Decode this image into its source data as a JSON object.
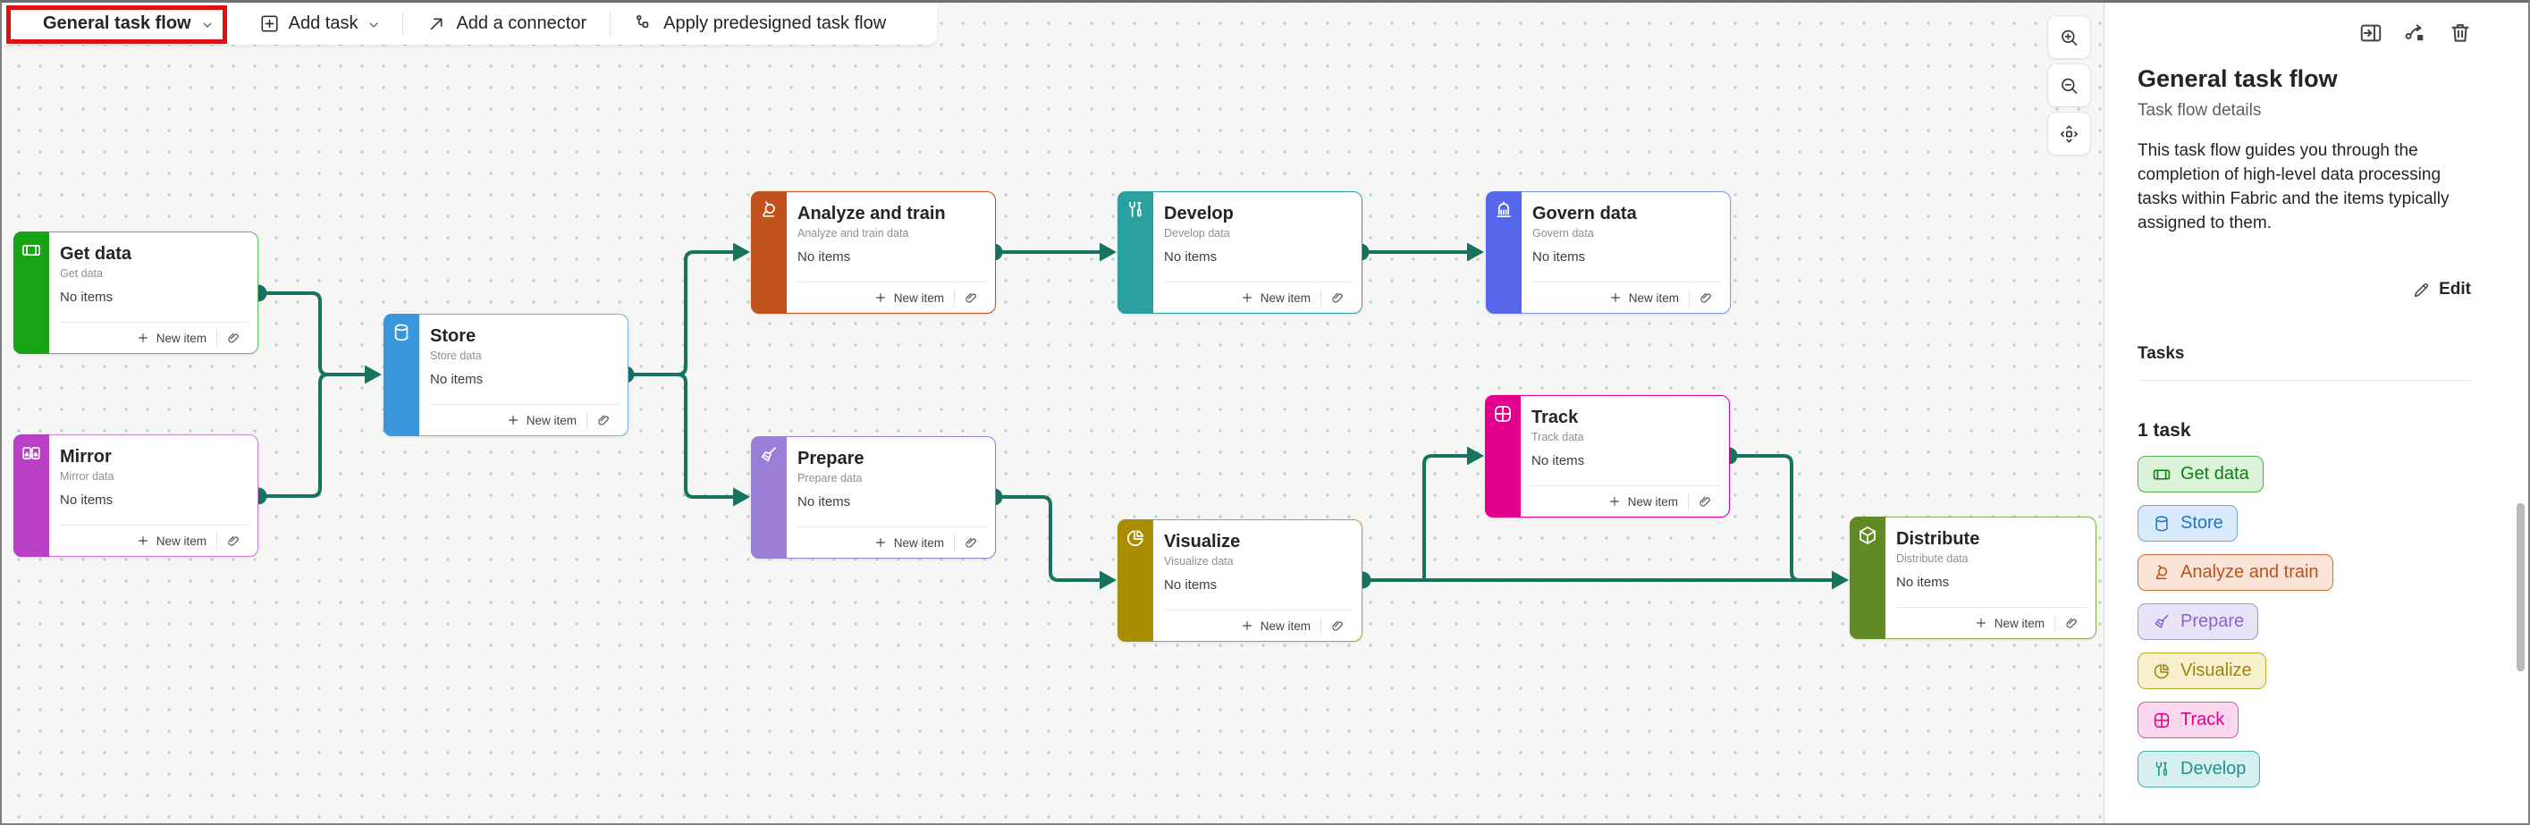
{
  "toolbar": {
    "flow_selector_label": "General task flow",
    "add_task_label": "Add task",
    "add_connector_label": "Add a connector",
    "apply_predesigned_label": "Apply predesigned task flow"
  },
  "colors": {
    "connector": "#17735F",
    "highlight_box": "#E01010"
  },
  "panel": {
    "title": "General task flow",
    "subtitle": "Task flow details",
    "description": "This task flow guides you through the completion of high-level data processing tasks within Fabric and the items typically assigned to them.",
    "edit_label": "Edit",
    "tasks_heading": "Tasks",
    "selected_count_label": "1 task",
    "task_chips": [
      {
        "label": "Get data",
        "icon": "film-strip-icon",
        "bg": "#DAF3DA",
        "border": "#4FB04F",
        "text": "#107C10"
      },
      {
        "label": "Store",
        "icon": "database-icon",
        "bg": "#D9EAFA",
        "border": "#63A8E8",
        "text": "#2176C7"
      },
      {
        "label": "Analyze and train",
        "icon": "microscope-icon",
        "bg": "#FAE3D7",
        "border": "#CE6E3C",
        "text": "#C0501D"
      },
      {
        "label": "Prepare",
        "icon": "broom-icon",
        "bg": "#E9E3F8",
        "border": "#A891DD",
        "text": "#8468CE"
      },
      {
        "label": "Visualize",
        "icon": "pie-chart-icon",
        "bg": "#F6F0CC",
        "border": "#BCA62E",
        "text": "#9D8410"
      },
      {
        "label": "Track",
        "icon": "grid-icon",
        "bg": "#FBD8EC",
        "border": "#EE49AC",
        "text": "#E3008C"
      },
      {
        "label": "Develop",
        "icon": "tools-icon",
        "bg": "#D5F0EF",
        "border": "#47AEA9",
        "text": "#21918D"
      }
    ]
  },
  "cards": [
    {
      "id": "get-data",
      "title": "Get data",
      "subtitle": "Get data",
      "items_label": "No items",
      "new_item_label": "New item",
      "icon": "film-strip-icon",
      "stripe": "#16A316",
      "border": "#63B763"
    },
    {
      "id": "mirror",
      "title": "Mirror",
      "subtitle": "Mirror data",
      "items_label": "No items",
      "new_item_label": "New item",
      "icon": "mirror-icon",
      "stripe": "#B83FC6",
      "border": "#D07EDB"
    },
    {
      "id": "store",
      "title": "Store",
      "subtitle": "Store data",
      "items_label": "No items",
      "new_item_label": "New item",
      "icon": "database-icon",
      "stripe": "#3A96DD",
      "border": "#7AB4E6"
    },
    {
      "id": "analyze-and-train",
      "title": "Analyze and train",
      "subtitle": "Analyze and train data",
      "items_label": "No items",
      "new_item_label": "New item",
      "icon": "microscope-icon",
      "stripe": "#C1511D",
      "border": "#C1511D"
    },
    {
      "id": "develop",
      "title": "Develop",
      "subtitle": "Develop data",
      "items_label": "No items",
      "new_item_label": "New item",
      "icon": "tools-icon",
      "stripe": "#2AA0A0",
      "border": "#2AA0A0"
    },
    {
      "id": "govern-data",
      "title": "Govern data",
      "subtitle": "Govern data",
      "items_label": "No items",
      "new_item_label": "New item",
      "icon": "government-building-icon",
      "stripe": "#5667EB",
      "border": "#8490F0"
    },
    {
      "id": "prepare",
      "title": "Prepare",
      "subtitle": "Prepare data",
      "items_label": "No items",
      "new_item_label": "New item",
      "icon": "broom-icon",
      "stripe": "#9A7ED8",
      "border": "#9A7ED8"
    },
    {
      "id": "visualize",
      "title": "Visualize",
      "subtitle": "Visualize data",
      "items_label": "No items",
      "new_item_label": "New item",
      "icon": "pie-chart-icon",
      "stripe": "#A98E00",
      "border": "#B6A02E"
    },
    {
      "id": "track",
      "title": "Track",
      "subtitle": "Track data",
      "items_label": "No items",
      "new_item_label": "New item",
      "icon": "grid-icon",
      "stripe": "#E3008C",
      "border": "#E3008C"
    },
    {
      "id": "distribute",
      "title": "Distribute",
      "subtitle": "Distribute data",
      "items_label": "No items",
      "new_item_label": "New item",
      "icon": "cube-icon",
      "stripe": "#5F8A26",
      "border": "#8AAC55"
    }
  ]
}
